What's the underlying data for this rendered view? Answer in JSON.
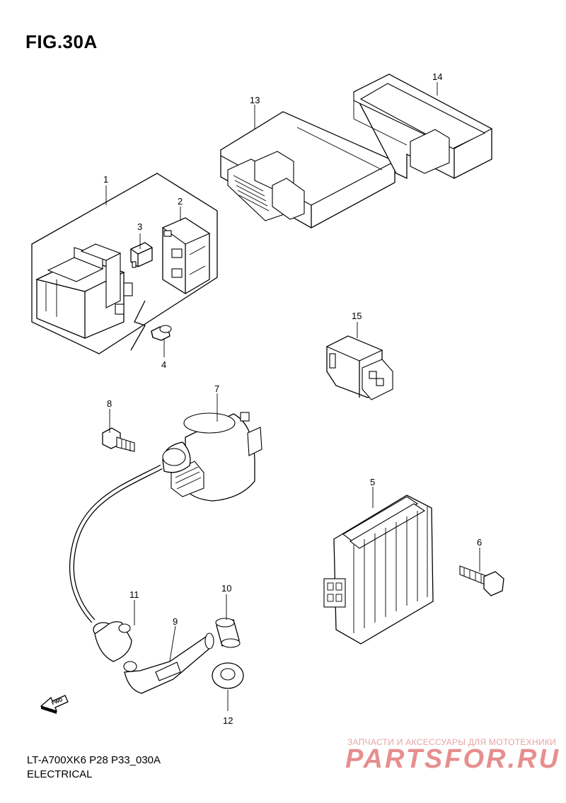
{
  "figure": {
    "title": "FIG.30A",
    "code": "LT-A700XK6 P28 P33_030A",
    "section": "ELECTRICAL"
  },
  "callouts": [
    "1",
    "2",
    "3",
    "4",
    "5",
    "6",
    "7",
    "8",
    "9",
    "10",
    "11",
    "12",
    "13",
    "14",
    "15"
  ],
  "direction_badge": "FWD",
  "watermark": {
    "tagline": "ЗАПЧАСТИ И АКСЕССУАРЫ ДЛЯ МОТОТЕХНИКИ",
    "brand": "PARTSFOR.RU"
  }
}
